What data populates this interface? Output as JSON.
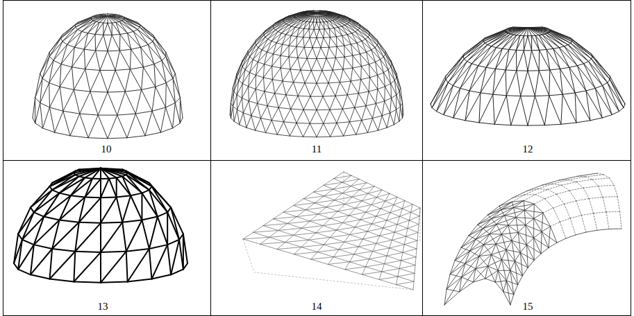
{
  "diagram": {
    "labels": [
      "10",
      "11",
      "12",
      "13",
      "14",
      "15"
    ]
  }
}
